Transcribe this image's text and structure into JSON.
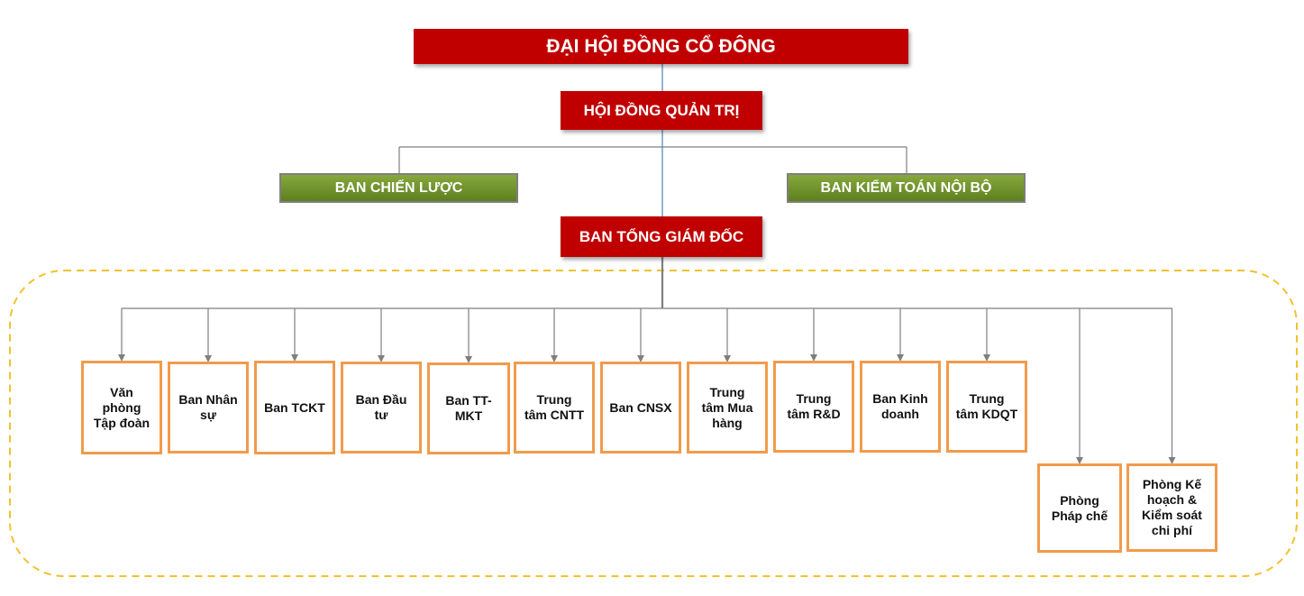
{
  "colors": {
    "top_fill": "#c00000",
    "staff_fill": "#76933c",
    "dept_border": "#f19b4b",
    "group_outline": "#f2c12e",
    "connector": "#7f7f7f",
    "spine": "#4f81bd"
  },
  "nodes": {
    "shareholders": "ĐẠI HỘI ĐỒNG CỔ ĐÔNG",
    "board": "HỘI ĐỒNG QUẢN TRỊ",
    "strategy": "BAN CHIẾN LƯỢC",
    "audit": "BAN KIỂM TOÁN NỘI BỘ",
    "ceo": "BAN TỔNG GIÁM ĐỐC"
  },
  "departments": [
    "Văn\nphòng\nTập đoàn",
    "Ban Nhân\nsự",
    "Ban TCKT",
    "Ban Đầu\ntư",
    "Ban TT-\nMKT",
    "Trung\ntâm CNTT",
    "Ban CNSX",
    "Trung\ntâm Mua\nhàng",
    "Trung\ntâm R&D",
    "Ban Kinh\ndoanh",
    "Trung\ntâm KDQT",
    "Phòng\nPháp chế",
    "Phòng Kế\nhoạch &\nKiểm soát\nchi phí"
  ]
}
